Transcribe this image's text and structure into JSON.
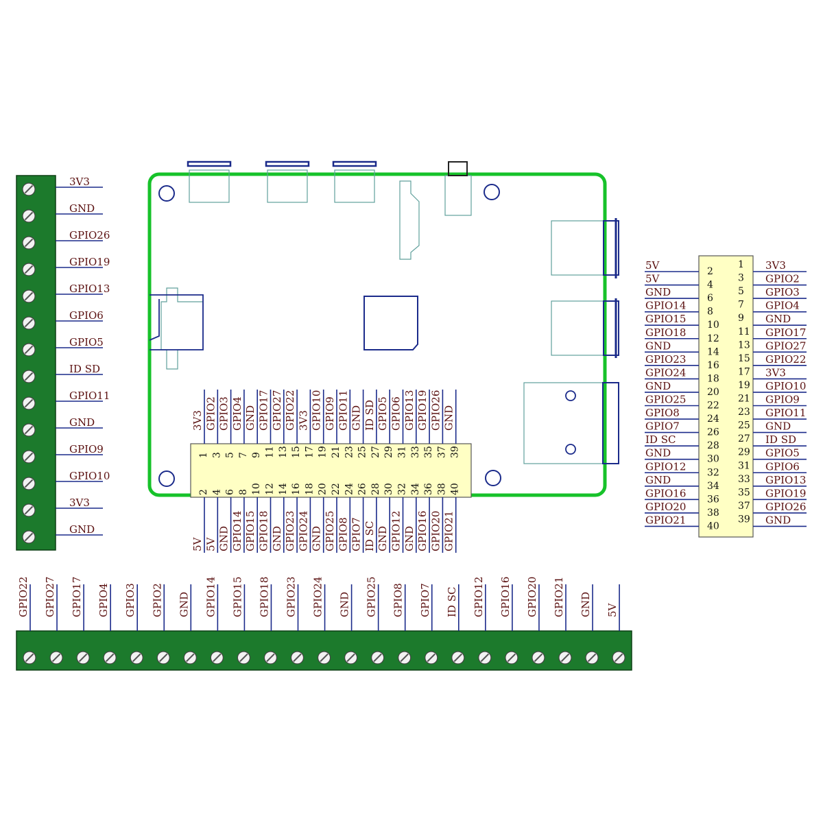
{
  "colors": {
    "terminal_block": "#1c7a2c",
    "board_outline": "#17c22a",
    "header_fill": "#ffffc4",
    "lead": "#1a2a8a",
    "connector": "#5f9f9b",
    "component": "#1a2a8a",
    "label_text": "#5a1010"
  },
  "left_terminal": {
    "labels": [
      "3V3",
      "GND",
      "GPIO26",
      "GPIO19",
      "GPIO13",
      "GPIO6",
      "GPIO5",
      "ID_SD",
      "GPIO11",
      "GND",
      "GPIO9",
      "GPIO10",
      "3V3",
      "GND"
    ]
  },
  "bottom_terminal": {
    "labels": [
      "GPIO22",
      "GPIO27",
      "GPIO17",
      "GPIO4",
      "GPIO3",
      "GPIO2",
      "GND",
      "GPIO14",
      "GPIO15",
      "GPIO18",
      "GPIO23",
      "GPIO24",
      "GND",
      "GPIO25",
      "GPIO8",
      "GPIO7",
      "ID_SC",
      "GPIO12",
      "GPIO16",
      "GPIO20",
      "GPIO21",
      "GND",
      "5V"
    ]
  },
  "board_header": {
    "top_numbers": [
      "1",
      "3",
      "5",
      "7",
      "9",
      "11",
      "13",
      "15",
      "17",
      "19",
      "21",
      "23",
      "25",
      "27",
      "29",
      "31",
      "33",
      "35",
      "37",
      "39"
    ],
    "bottom_numbers": [
      "2",
      "4",
      "6",
      "8",
      "10",
      "12",
      "14",
      "16",
      "18",
      "20",
      "22",
      "24",
      "26",
      "28",
      "30",
      "32",
      "34",
      "36",
      "38",
      "40"
    ],
    "top_labels": [
      "3V3",
      "GPIO2",
      "GPIO3",
      "GPIO4",
      "GND",
      "GPIO17",
      "GPIO27",
      "GPIO22",
      "3V3",
      "GPIO10",
      "GPIO9",
      "GPIO11",
      "GND",
      "ID_SD",
      "GPIO5",
      "GPIO6",
      "GPIO13",
      "GPIO19",
      "GPIO26",
      "GND"
    ],
    "bottom_labels": [
      "5V",
      "5V",
      "GND",
      "GPIO14",
      "GPIO15",
      "GPIO18",
      "GND",
      "GPIO23",
      "GPIO24",
      "GND",
      "GPIO25",
      "GPIO8",
      "GPIO7",
      "ID_SC",
      "GND",
      "GPIO12",
      "GND",
      "GPIO16",
      "GPIO20",
      "GPIO21"
    ]
  },
  "right_header": {
    "left_labels": [
      "5V",
      "5V",
      "GND",
      "GPIO14",
      "GPIO15",
      "GPIO18",
      "GND",
      "GPIO23",
      "GPIO24",
      "GND",
      "GPIO25",
      "GPIO8",
      "GPIO7",
      "ID_SC",
      "GND",
      "GPIO12",
      "GND",
      "GPIO16",
      "GPIO20",
      "GPIO21"
    ],
    "left_numbers": [
      "2",
      "4",
      "6",
      "8",
      "10",
      "12",
      "14",
      "16",
      "18",
      "20",
      "22",
      "24",
      "26",
      "28",
      "30",
      "32",
      "34",
      "36",
      "38",
      "40"
    ],
    "right_numbers": [
      "1",
      "3",
      "5",
      "7",
      "9",
      "11",
      "13",
      "15",
      "17",
      "19",
      "21",
      "23",
      "25",
      "27",
      "29",
      "31",
      "33",
      "35",
      "37",
      "39"
    ],
    "right_labels": [
      "3V3",
      "GPIO2",
      "GPIO3",
      "GPIO4",
      "GND",
      "GPIO17",
      "GPIO27",
      "GPIO22",
      "3V3",
      "GPIO10",
      "GPIO9",
      "GPIO11",
      "GND",
      "ID_SD",
      "GPIO5",
      "GPIO6",
      "GPIO13",
      "GPIO19",
      "GPIO26",
      "GND"
    ]
  }
}
